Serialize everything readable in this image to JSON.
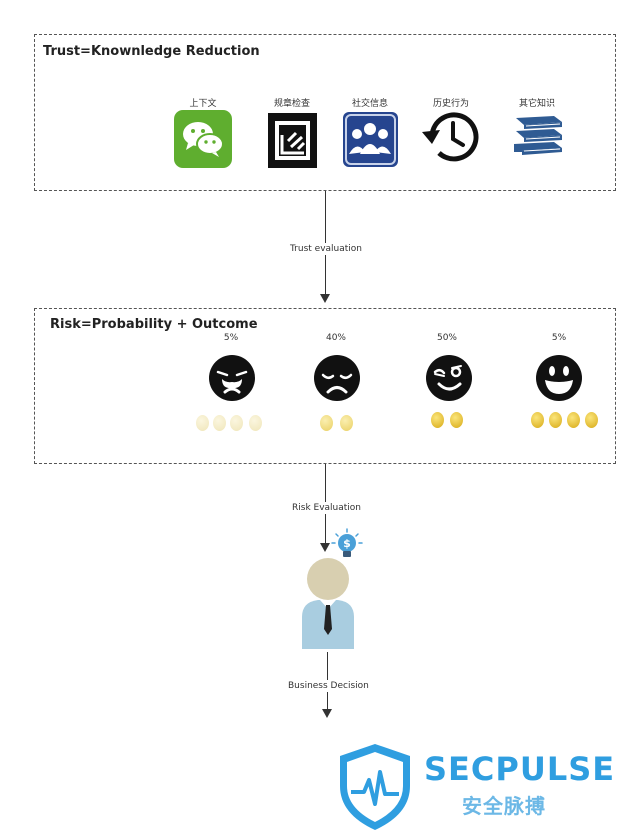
{
  "trust_box": {
    "title": "Trust=Knownledge Reduction",
    "items": [
      {
        "label": "上下文",
        "icon": "wechat-icon"
      },
      {
        "label": "规章检查",
        "icon": "checklist-icon"
      },
      {
        "label": "社交信息",
        "icon": "social-people-icon"
      },
      {
        "label": "历史行为",
        "icon": "history-clock-icon"
      },
      {
        "label": "其它知识",
        "icon": "books-icon"
      }
    ]
  },
  "edges": {
    "trust_evaluation": "Trust evaluation",
    "risk_evaluation": "Risk Evaluation",
    "business_decision": "Business Decision"
  },
  "risk_box": {
    "title": "Risk=Probability + Outcome",
    "outcomes": [
      {
        "probability": "5%",
        "face": "crying-face-icon",
        "coins": 4,
        "coin_style": "faded"
      },
      {
        "probability": "40%",
        "face": "sad-face-icon",
        "coins": 2,
        "coin_style": "faded-mid"
      },
      {
        "probability": "50%",
        "face": "winking-face-icon",
        "coins": 2,
        "coin_style": "gold"
      },
      {
        "probability": "5%",
        "face": "grinning-face-icon",
        "coins": 4,
        "coin_style": "gold"
      }
    ]
  },
  "decision_maker": {
    "icon": "businessman-icon",
    "idea_icon": "dollar-lightbulb-icon"
  },
  "watermark": {
    "brand": "SECPULSE",
    "subtitle": "安全脉搏"
  },
  "colors": {
    "wechat_green": "#5fae2f",
    "brand_blue": "#2f9ee0",
    "books_blue": "#2f5b93",
    "social_blue": "#26458f"
  }
}
